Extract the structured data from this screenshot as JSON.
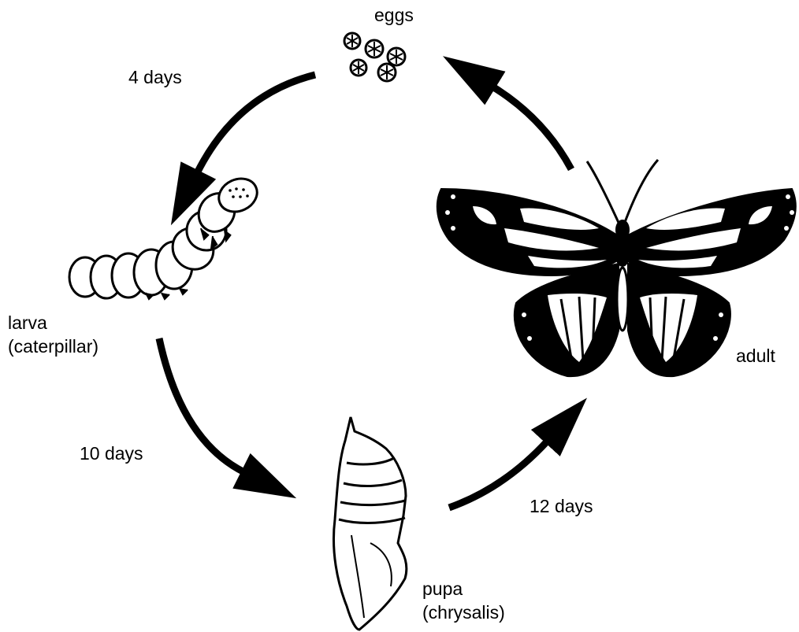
{
  "stages": {
    "eggs": {
      "label": "eggs"
    },
    "larva": {
      "label": "larva",
      "sublabel": "(caterpillar)"
    },
    "pupa": {
      "label": "pupa",
      "sublabel": "(chrysalis)"
    },
    "adult": {
      "label": "adult"
    }
  },
  "transitions": {
    "eggs_to_larva": {
      "label": "4 days"
    },
    "larva_to_pupa": {
      "label": "10 days"
    },
    "pupa_to_adult": {
      "label": "12 days"
    }
  },
  "colors": {
    "ink": "#000000",
    "paper": "#ffffff"
  }
}
